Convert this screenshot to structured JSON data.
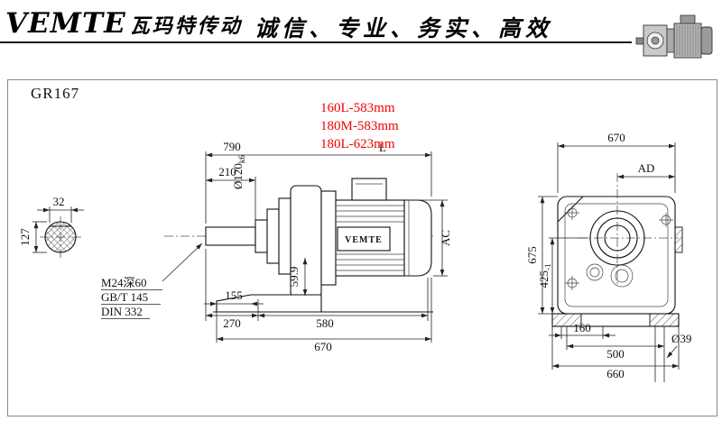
{
  "header": {
    "brand_en": "VEMTE",
    "brand_cn": "瓦玛特传动",
    "slogan": "诚信、专业、务实、高效"
  },
  "drawing": {
    "model": "GR167",
    "red_notes": [
      "160L-583mm",
      "180M-583mm",
      "180L-623mm"
    ],
    "shaft_section": {
      "key_width": "32",
      "height": "127"
    },
    "side": {
      "overall": "790",
      "motor_length": "L",
      "shaft_len": "210",
      "shaft_dia": "Ø120",
      "shaft_dia_fit": "k6",
      "motor_od": "AC",
      "foot_offset": "59.9",
      "dim_155": "155",
      "dim_270": "270",
      "dim_580": "580",
      "dim_670": "670",
      "tap_hole": "M24深60",
      "std_gb": "GB/T 145",
      "std_din": "DIN 332",
      "motor_label": "VEMTE"
    },
    "end": {
      "width": "670",
      "dim_ad": "AD",
      "height": "675",
      "axis_height": "425",
      "axis_height_tol": "-1",
      "dim_160": "160",
      "dim_500": "500",
      "dim_660": "660",
      "hole_dia": "Ø39"
    }
  }
}
